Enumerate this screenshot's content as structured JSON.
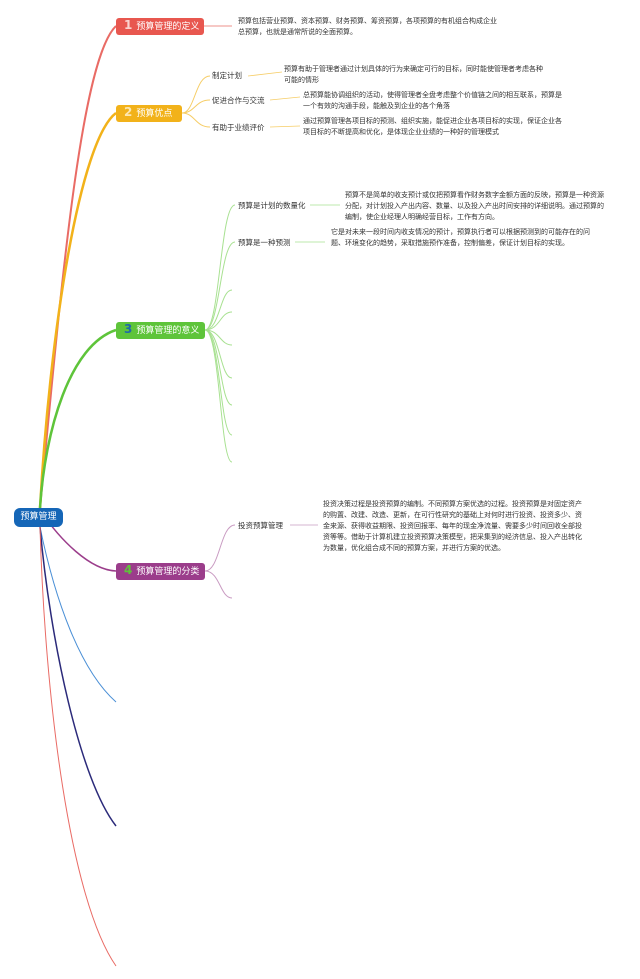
{
  "root": {
    "label": "预算管理"
  },
  "branches": [
    {
      "number": "1",
      "label": "预算管理的定义",
      "color": "#e8574f",
      "text": "预算包括营业预算、资本预算、财务预算、筹资预算，各项预算的有机组合构成企业总预算，也就是通常所说的全面预算。"
    },
    {
      "number": "2",
      "label": "预算优点",
      "color": "#f2b21a",
      "items": [
        {
          "label": "制定计划",
          "text": "预算有助于管理者通过计划具体的行为来确定可行的目标，同时能使管理者考虑各种可能的情形"
        },
        {
          "label": "促进合作与交流",
          "text": "总预算能协调组织的活动，使得管理者全盘考虑整个价值链之间的相互联系，预算是一个有效的沟通手段，能触及到企业的各个角落"
        },
        {
          "label": "有助于业绩评价",
          "text": "通过预算管理各项目标的预测、组织实施，能促进企业各项目标的实现，保证企业各项目标的不断提高和优化，是体现企业业绩的一种好的管理模式"
        }
      ]
    },
    {
      "number": "3",
      "label": "预算管理的意义",
      "color": "#5ec43a",
      "items": [
        {
          "label": "预算是计划的数量化",
          "text": "预算不是简单的收支预计或仅把预算看作财务数字金额方面的反映，预算是一种资源分配，对计划投入产出内容、数量、以及投入产出时间安排的详细说明。通过预算的编制，使企业经理人明确经营目标，工作有方向。"
        },
        {
          "label": "预算是一种预测",
          "text": "它是对未来一段时间内收支情况的预计，预算执行者可以根据预测到的可能存在的问题、环境变化的趋势，采取措施预作准备，控制偏差，保证计划目标的实现。"
        }
      ]
    },
    {
      "number": "4",
      "label": "预算管理的分类",
      "color": "#9b3d8b",
      "items": [
        {
          "label": "投资预算管理",
          "text": "投资决策过程是投资预算的编制。不同预算方案优选的过程。投资预算是对固定资产的购置、改建、改造、更新，在可行性研究的基础上对何时进行投资、投资多少、资金来源、获得收益期限、投资回报率、每年的现金净流量、需要多少时间回收全部投资等等。借助于计算机建立投资预算决策模型，把采集到的经济信息、投入产出转化为数量，优化组合成不同的预算方案，并进行方案的优选。"
        }
      ]
    }
  ],
  "colors": {
    "root": "#1566b7",
    "line_blue": "#4a8fd6",
    "line_navy": "#2b2a7a",
    "line_red": "#e8574f"
  }
}
